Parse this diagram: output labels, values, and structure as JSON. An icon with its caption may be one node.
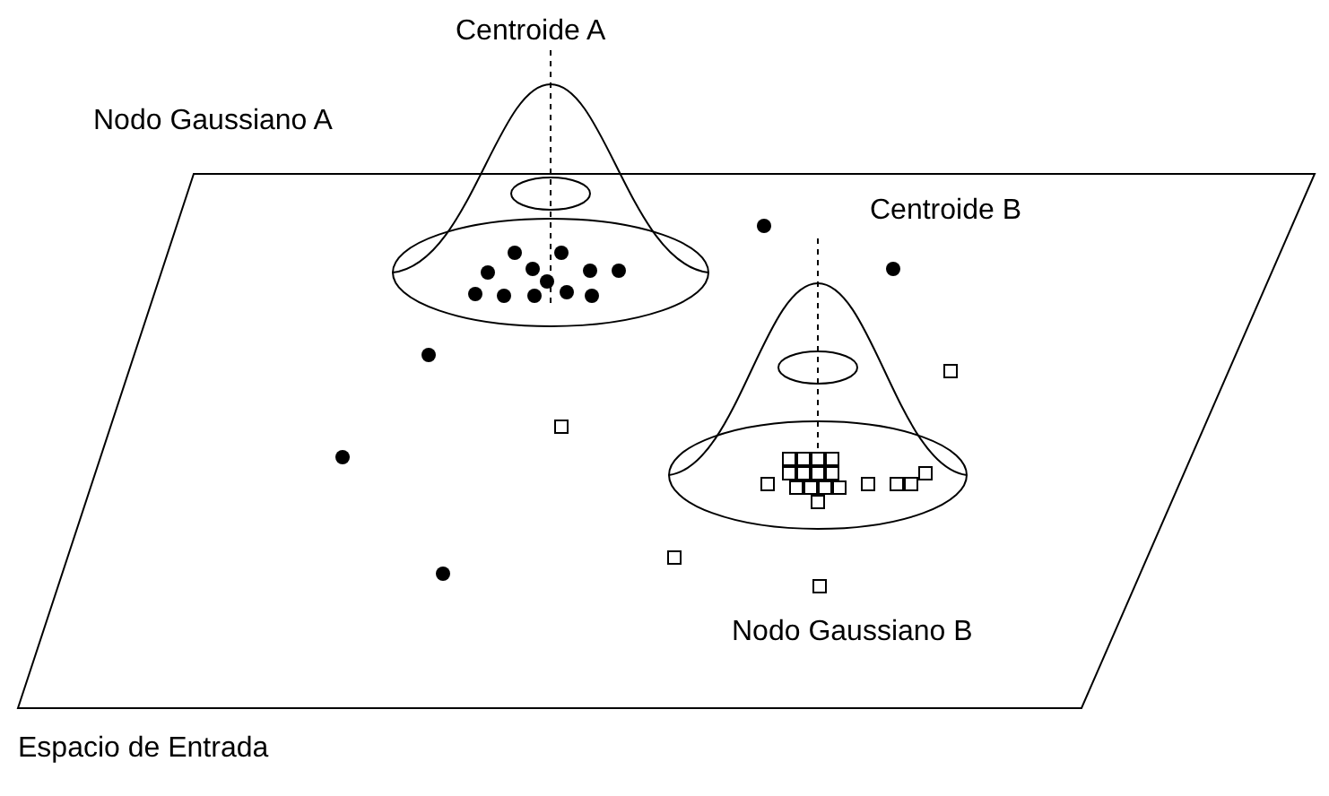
{
  "diagram": {
    "labels": [
      "Centroide A",
      "Nodo Gaussiano A",
      "Centroide B",
      "Nodo Gaussiano B",
      "Espacio de Entrada"
    ]
  }
}
